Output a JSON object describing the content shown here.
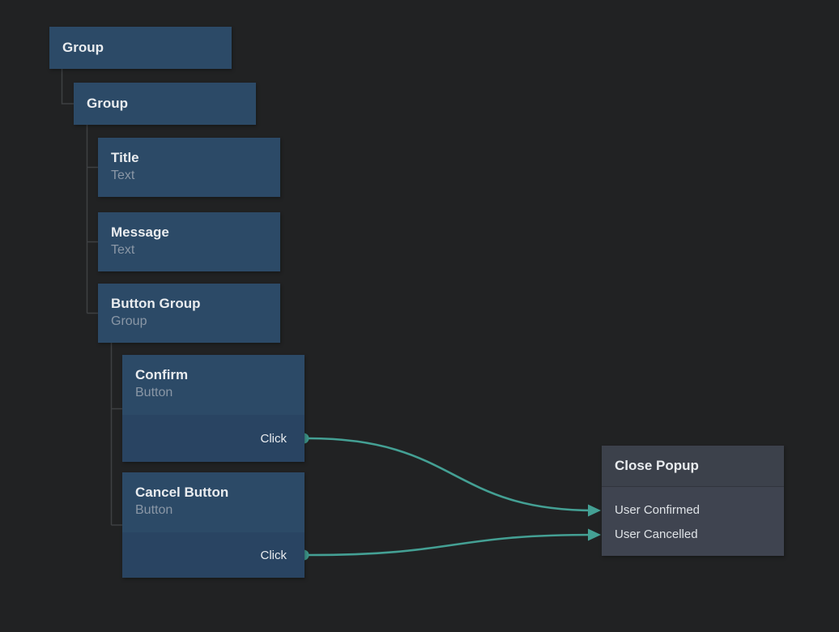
{
  "colors": {
    "canvas-bg": "#212223",
    "node-blue": "#2c4a67",
    "node-blue-dark": "#294462",
    "gray-node-header": "#3c414b",
    "gray-node-body": "#3f4450",
    "edge-teal": "#44a094",
    "port-teal": "#3d9488",
    "tree-line": "#3e4043",
    "title-text": "#e9ecef",
    "subtitle-text": "#8a97a6"
  },
  "nodes": {
    "group_root": {
      "title": "Group"
    },
    "group_child": {
      "title": "Group"
    },
    "title": {
      "title": "Title",
      "subtitle": "Text"
    },
    "message": {
      "title": "Message",
      "subtitle": "Text"
    },
    "button_group": {
      "title": "Button Group",
      "subtitle": "Group"
    },
    "confirm": {
      "title": "Confirm",
      "subtitle": "Button",
      "event_label": "Click"
    },
    "cancel": {
      "title": "Cancel Button",
      "subtitle": "Button",
      "event_label": "Click"
    },
    "close_popup": {
      "title": "Close Popup",
      "inputs": [
        "User Confirmed",
        "User Cancelled"
      ]
    }
  }
}
